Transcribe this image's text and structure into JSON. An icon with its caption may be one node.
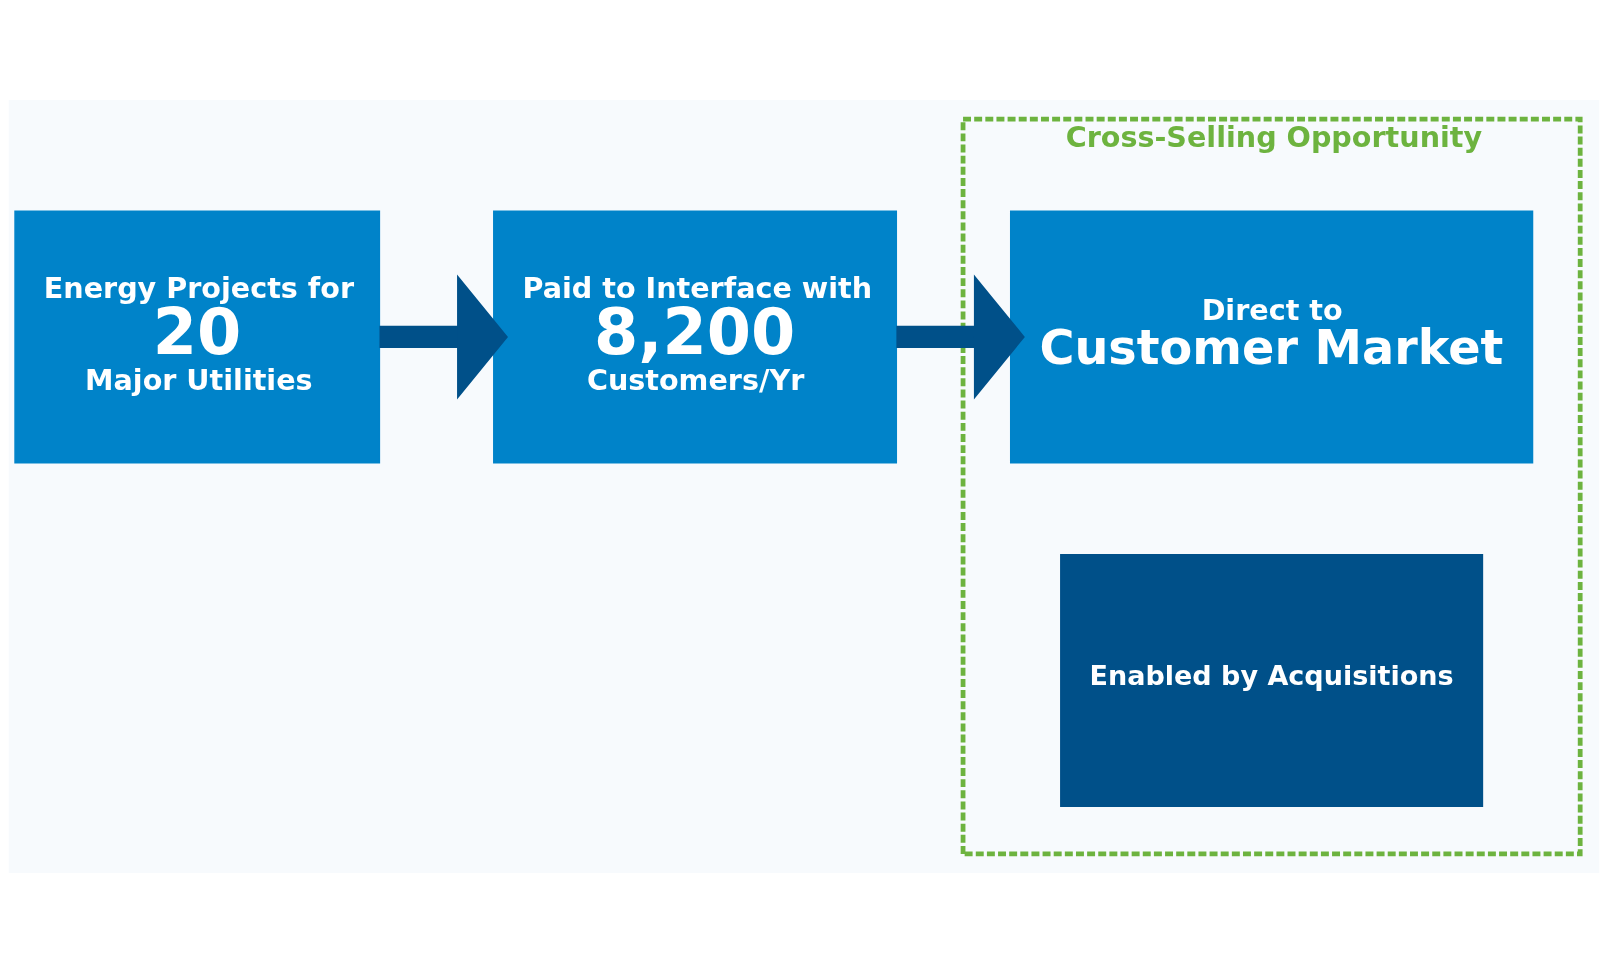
{
  "diagram": {
    "nodes": [
      {
        "text": [
          "Energy Projects for",
          "20",
          "Major Utilities"
        ]
      },
      {
        "text": [
          "Paid to Interface with",
          "8,200",
          "Customers/Yr"
        ]
      },
      {
        "text": [
          "Cross-Selling Opportunity"
        ]
      },
      {
        "text": [
          "Direct to",
          "Customer Market"
        ],
        "in": 2
      },
      {
        "text": [
          "Enabled by Acquisitions"
        ],
        "in": 2
      }
    ],
    "edges": [
      {
        "from": 0,
        "to": 1,
        "arrow": "to"
      },
      {
        "from": 1,
        "to": 3,
        "arrow": "to"
      }
    ]
  }
}
